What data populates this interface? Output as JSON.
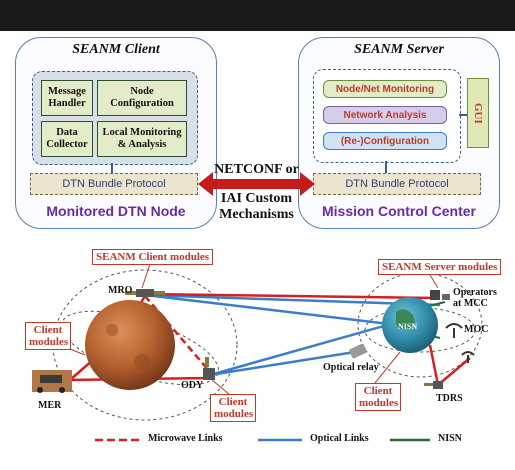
{
  "client_panel": {
    "title": "SEANM Client",
    "modules": [
      "Message Handler",
      "Node Configuration",
      "Data Collector",
      "Local Monitoring & Analysis"
    ],
    "bundle": "DTN Bundle Protocol",
    "footer": "Monitored DTN Node"
  },
  "server_panel": {
    "title": "SEANM Server",
    "modules": [
      "Node/Net Monitoring",
      "Network Analysis",
      "(Re-)Configuration"
    ],
    "gui": "GUI",
    "bundle": "DTN Bundle Protocol",
    "footer": "Mission Control Center"
  },
  "link_text": {
    "line1": "NETCONF or",
    "line2": "IAI Custom",
    "line3": "Mechanisms"
  },
  "network": {
    "client_modules_callout": "SEANM Client modules",
    "server_modules_callout": "SEANM Server modules",
    "client_left": "Client modules",
    "client_ody": "Client modules",
    "client_nisn": "Client modules",
    "nodes": {
      "mro": "MRO",
      "mer": "MER",
      "ody": "ODY",
      "nisn": "NISN",
      "moc": "MOC",
      "operators": "Operators at MCC",
      "optical_relay": "Optical relay",
      "tdrs": "TDRS"
    }
  },
  "legend": {
    "microwave": "Microwave Links",
    "optical": "Optical Links",
    "nisn": "NISN"
  },
  "colors": {
    "microwave": "#d62020",
    "optical": "#3b7dc8",
    "nisn": "#2a6a3a",
    "footer": "#6a2aa8",
    "arrow": "#c71a1a"
  }
}
